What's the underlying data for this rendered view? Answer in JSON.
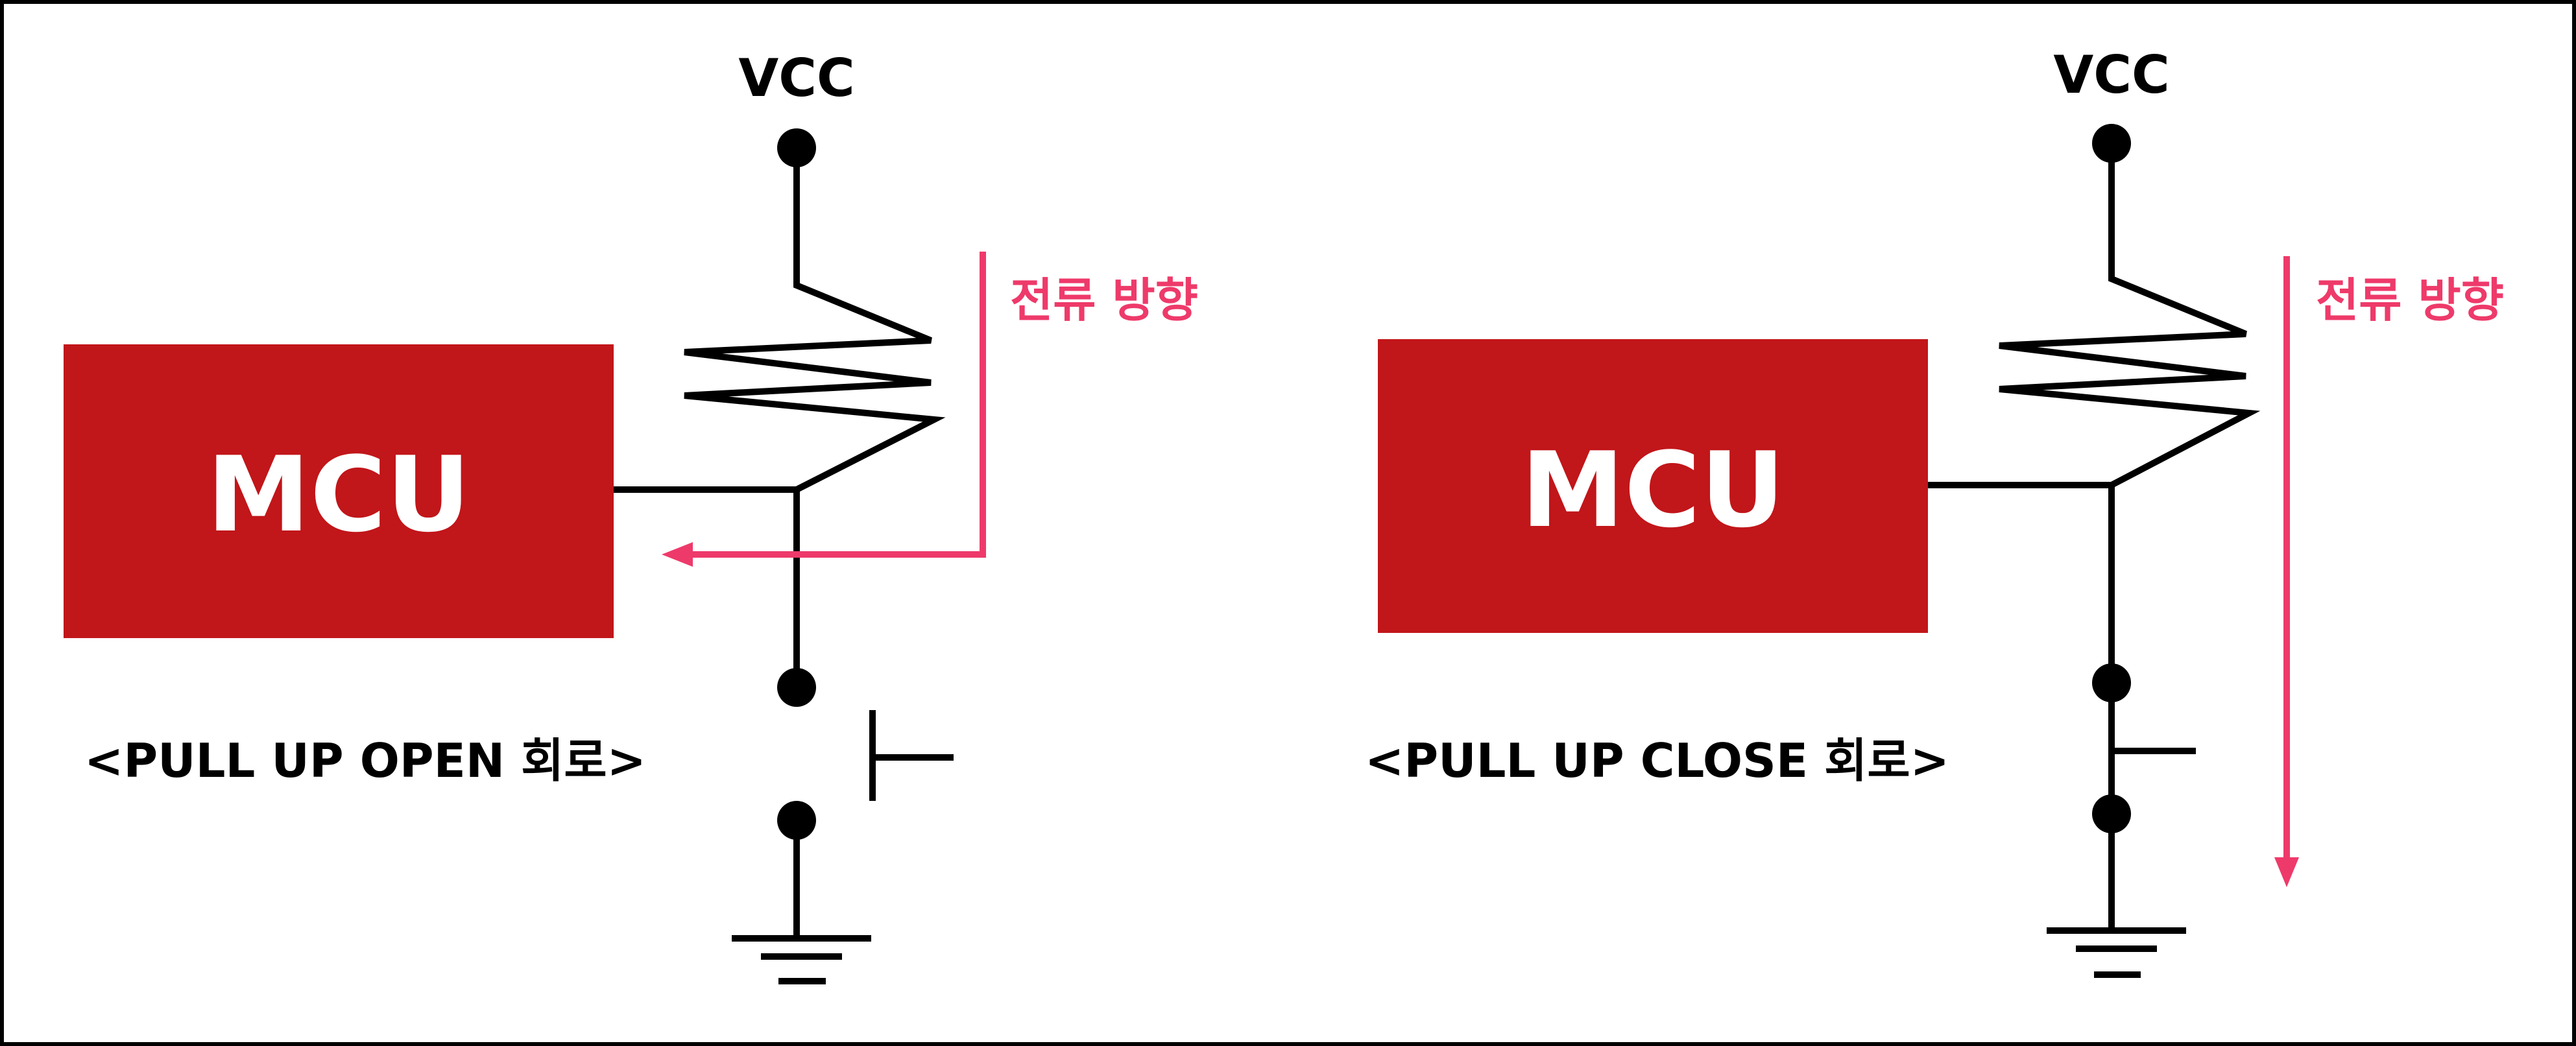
{
  "colors": {
    "mcu": "#c1161a",
    "current": "#ee3a6a",
    "wire": "#000000",
    "frame": "#000000"
  },
  "labels": {
    "vcc": "VCC",
    "mcu": "MCU",
    "current_direction": "전류 방향"
  },
  "circuits": [
    {
      "caption": "<PULL UP OPEN 회로>"
    },
    {
      "caption": "<PULL UP CLOSE 회로>"
    }
  ]
}
